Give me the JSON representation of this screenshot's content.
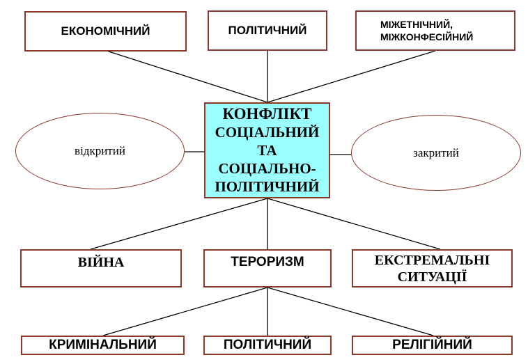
{
  "colors": {
    "border": "#8a3a2a",
    "center_fill": "#99ffff",
    "line": "#000000"
  },
  "top_boxes": {
    "economic": "ЕКОНОМІЧНИЙ",
    "political": "ПОЛІТИЧНИЙ",
    "interethnic_line1": "МІЖЕТНІЧНИЙ,",
    "interethnic_line2": "МІЖКОНФЕСІЙНИЙ"
  },
  "center": {
    "line1": "КОНФЛІКТ",
    "line2": "СОЦІАЛЬНИЙ",
    "line3": "ТА",
    "line4": "СОЦІАЛЬНО-",
    "line5": "ПОЛІТИЧНИЙ"
  },
  "ellipses": {
    "left": "відкритий",
    "right": "закритий"
  },
  "middle_boxes": {
    "war": "ВІЙНА",
    "terrorism": "ТЕРОРИЗМ",
    "extreme_line1": "ЕКСТРЕМАЛЬНІ",
    "extreme_line2": "СИТУАЦІЇ"
  },
  "bottom_boxes": {
    "criminal": "КРИМІНАЛЬНИЙ",
    "political": "ПОЛІТИЧНИЙ",
    "religious": "РЕЛІГІЙНИЙ"
  }
}
